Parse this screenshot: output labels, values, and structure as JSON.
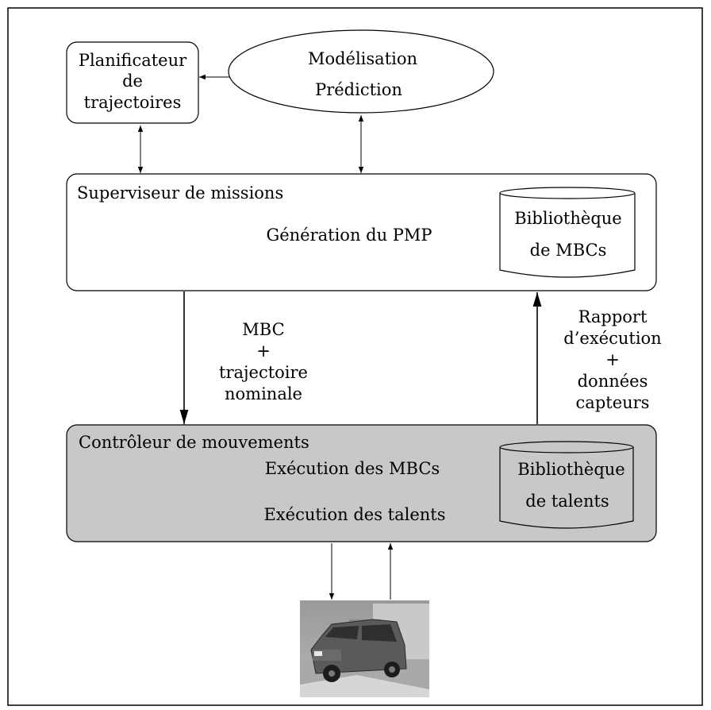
{
  "planner": {
    "line1": "Planificateur",
    "line2": "de",
    "line3": "trajectoires"
  },
  "modeling": {
    "line1": "Modélisation",
    "line2": "Prédiction"
  },
  "supervisor": {
    "title": "Superviseur de missions",
    "center": "Génération du PMP",
    "library": {
      "line1": "Bibliothèque",
      "line2": "de MBCs"
    }
  },
  "down_label": {
    "line1": "MBC",
    "line2": "+",
    "line3": "trajectoire",
    "line4": "nominale"
  },
  "up_label": {
    "line1": "Rapport",
    "line2": "d’exécution",
    "line3": "+",
    "line4": "données",
    "line5": "capteurs"
  },
  "controller": {
    "title": "Contrôleur de mouvements",
    "center1": "Exécution des MBCs",
    "center2": "Exécution des talents",
    "library": {
      "line1": "Bibliothèque",
      "line2": "de talents"
    }
  },
  "colors": {
    "controller_fill": "#c8c8c8",
    "stroke": "#000000",
    "background": "#ffffff"
  },
  "vehicle": {
    "icon": "car-photo-icon"
  }
}
